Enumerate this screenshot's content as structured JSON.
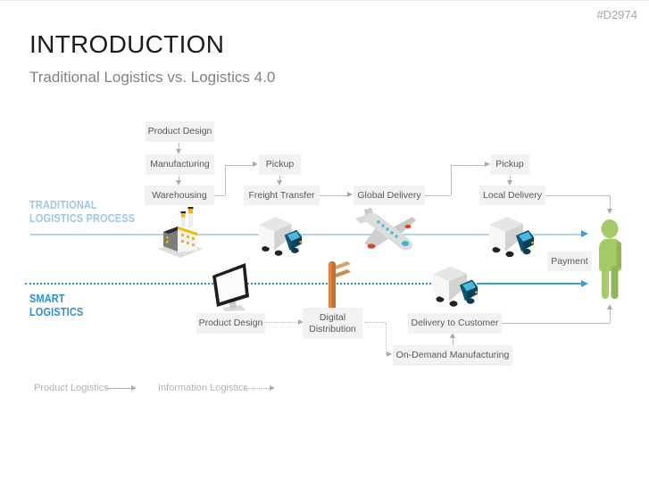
{
  "slide_id": "#D2974",
  "header": {
    "title": "INTRODUCTION",
    "subtitle": "Traditional Logistics vs. Logistics 4.0"
  },
  "lanes": {
    "traditional": {
      "line1": "TRADITIONAL",
      "line2": "LOGISTICS PROCESS"
    },
    "smart": {
      "line1": "SMART",
      "line2": "LOGISTICS"
    }
  },
  "traditional_flow": {
    "product_design": "Product Design",
    "manufacturing": "Manufacturing",
    "warehousing": "Warehousing",
    "pickup_1": "Pickup",
    "freight_transfer": "Freight Transfer",
    "global_delivery": "Global Delivery",
    "pickup_2": "Pickup",
    "local_delivery": "Local Delivery",
    "payment": "Payment"
  },
  "smart_flow": {
    "product_design": "Product Design",
    "digital_distribution": "Digital Distribution",
    "delivery_to_customer": "Delivery to Customer",
    "on_demand_manufacturing": "On-Demand Manufacturing"
  },
  "legend": {
    "product_logistics": "Product Logistics",
    "information_logistics": "Information Logistics"
  },
  "icons": {
    "factory": "factory-icon",
    "freight_truck": "truck-icon",
    "airplane": "airplane-icon",
    "local_truck": "truck-icon",
    "monitor": "monitor-icon",
    "signpost": "signpost-icon",
    "smart_truck": "truck-icon",
    "customer": "person-customer-icon"
  },
  "colors": {
    "traditional_label": "#9CC7EB",
    "smart_label": "#2E8FD3",
    "traditional_line": "#AED5F0",
    "smart_line": "#2E96D8",
    "arrow_blue": "#3E9BDA",
    "box_bg": "#F2F2F2",
    "box_text": "#595959",
    "connector_gray": "#BDBDBD",
    "legend_text": "#B3B3B3",
    "person_green": "#A5CA69",
    "slide_id_text": "#A6A6A6"
  }
}
